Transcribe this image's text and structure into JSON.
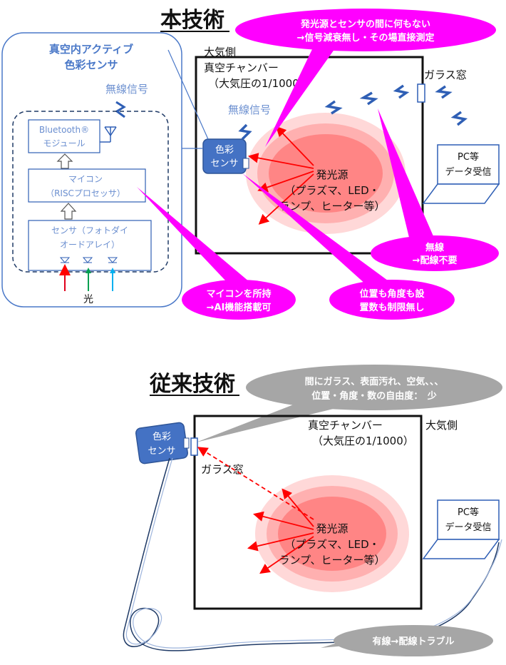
{
  "colors": {
    "accent_blue": "#2f5fb5",
    "callout_magenta": "#ff00ff",
    "callout_gray": "#a6a6a6",
    "source_red": "#ff6666",
    "arrow_red": "#ff0000",
    "light_green": "#00a050",
    "light_cyan": "#00b0f0"
  },
  "top": {
    "title": "本技術",
    "callout_top_1": "発光源とセンサの間に何もない",
    "callout_top_2": "→信号減衰無し・その場直接測定",
    "sensor_panel": {
      "title_1": "真空内アクティブ",
      "title_2": "色彩センサ",
      "wireless_label": "無線信号",
      "bt_1": "Bluetooth®",
      "bt_2": "モジュール",
      "mcu_1": "マイコン",
      "mcu_2": "（RISCプロセッサ）",
      "sensor_1": "センサ（フォトダイ",
      "sensor_2": "オードアレイ）",
      "light": "光"
    },
    "chamber": {
      "atmosphere": "大気側",
      "vacuum_1": "真空チャンバー",
      "vacuum_2": "（大気圧の1/1000）",
      "wireless": "無線信号",
      "glass": "ガラス窓",
      "source_1": "発光源",
      "source_2": "（プラズマ、LED・",
      "source_3": "ランプ、ヒーター等）",
      "sensor_1": "色彩",
      "sensor_2": "センサ"
    },
    "pc_1": "PC等",
    "pc_2": "データ受信",
    "callout_wireless_1": "無線",
    "callout_wireless_2": "→配線不要",
    "callout_ai_1": "マイコンを所持",
    "callout_ai_2": "→AI機能搭載可",
    "callout_pos_1": "位置も角度も設",
    "callout_pos_2": "置数も制限無し"
  },
  "bottom": {
    "title": "従来技術",
    "callout_1": "間にガラス、表面汚れ、空気、、、",
    "callout_2": "位置・角度・数の自由度：　少",
    "sensor_1": "色彩",
    "sensor_2": "センサ",
    "glass": "ガラス窓",
    "vacuum_1": "真空チャンバー",
    "vacuum_2": "（大気圧の1/1000）",
    "atmosphere": "大気側",
    "source_1": "発光源",
    "source_2": "（プラズマ、LED・",
    "source_3": "ランプ、ヒーター等）",
    "pc_1": "PC等",
    "pc_2": "データ受信",
    "callout_wired": "有線→配線トラブル"
  }
}
